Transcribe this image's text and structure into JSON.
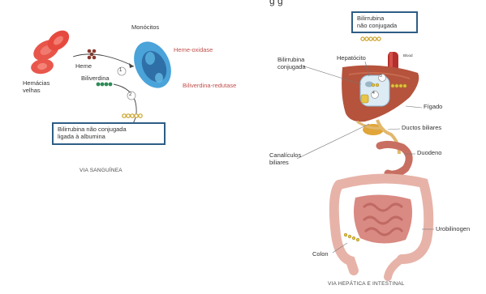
{
  "top_cutoff_text": "g      g",
  "left": {
    "monocitos": "Monócitos",
    "heme": "Heme",
    "biliverdina": "Biliverdina",
    "hemacias_line1": "Hemácias",
    "hemacias_line2": "velhas",
    "heme_oxidase": "Heme-oxidase",
    "biliverdina_redutase": "Biliverdina-redutase",
    "step1": "1",
    "step2": "2",
    "box_line1": "Bilirrubina não conjugada",
    "box_line2": "ligada à albumina",
    "via": "VIA SANGUÍNEA"
  },
  "right": {
    "box_line1": "Bilirrubina",
    "box_line2": "não conjugada",
    "blood": "Blood",
    "hepatocito": "Hepatócito",
    "bili_conj_line1": "Bilirrubina",
    "bili_conj_line2": "conjugada",
    "figado": "Fígado",
    "ductos": "Ductos biliares",
    "duodeno": "Duodeno",
    "canaliculos_line1": "Canalículos",
    "canaliculos_line2": "biliares",
    "urobilinogen": "Urobilinogen",
    "colon": "Colon",
    "step3": "3",
    "step4": "4",
    "via": "VIA HEPÁTICA E INTESTINAL"
  },
  "colors": {
    "box_border": "#2e5d86",
    "enzyme_text": "#c0504d",
    "rbc": "#e8554a",
    "monocyte": "#4aa3d9",
    "liver": "#b5533c",
    "intestine": "#e7b3a8",
    "bilirubin_beads": "#d8b23a",
    "biliverdin_beads": "#2e8b57"
  }
}
